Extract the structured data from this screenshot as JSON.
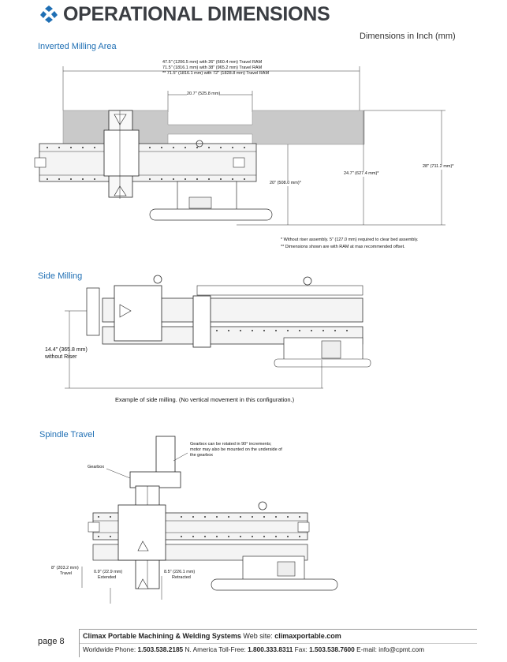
{
  "header": {
    "title": "OPERATIONAL DIMENSIONS",
    "units_note": "Dimensions in Inch (mm)"
  },
  "inverted": {
    "heading": "Inverted Milling Area",
    "travel_1": "47.5\" (1206.5 mm) with 26\" (660.4 mm) Travel RAM",
    "travel_2": "71.5\" (1816.1 mm) with 38\" (965.2 mm) Travel RAM",
    "travel_3": "** 71.5\" (1816.1 mm) with 72\" (1828.8 mm) Travel RAM",
    "dim_center": "20.7\" (525.8 mm)",
    "dim_20": "20\" (508.0 mm)*",
    "dim_24": "24.7\" (627.4 mm)*",
    "dim_28": "28\" (711.2 mm)*",
    "note_1": "* Without riser assembly. 5\" (127.0 mm) required to clear bed assembly.",
    "note_2": "**  Dimensions shown are with RAM at max recommended offset."
  },
  "side": {
    "heading": "Side Milling",
    "dim_label_1": "14.4\" (365.8 mm)",
    "dim_label_2": "without Riser",
    "caption": "Example of side milling. (No vertical movement in this configuration.)"
  },
  "spindle": {
    "heading": "Spindle Travel",
    "gearbox_label": "Gearbox",
    "gearbox_note_1": "Gearbox can be rotated in 90° increments;",
    "gearbox_note_2": "motor may also be mounted on the underside of",
    "gearbox_note_3": "the gearbox",
    "travel_1": "8\" (203.2 mm)",
    "travel_2": "Travel",
    "extended_1": "0.9\" (22.9 mm)",
    "extended_2": "Extended",
    "retracted_1": "8.5\" (226.1 mm)",
    "retracted_2": "Retracted"
  },
  "footer": {
    "page": "page 8",
    "company": "Climax Portable Machining & Welding Systems",
    "web_label": "Web site:",
    "web": "climaxportable.com",
    "ww_label": "Worldwide Phone:",
    "ww_phone": "1.503.538.2185",
    "na_label": "N. America Toll-Free:",
    "na_phone": "1.800.333.8311",
    "fax_label": "Fax:",
    "fax": "1.503.538.7600",
    "email_label": "E-mail:",
    "email": "info@cpmt.com"
  },
  "colors": {
    "accent": "#1f6fb4",
    "title": "#3a3d42",
    "shade": "#c8c8c8",
    "line": "#333333"
  }
}
